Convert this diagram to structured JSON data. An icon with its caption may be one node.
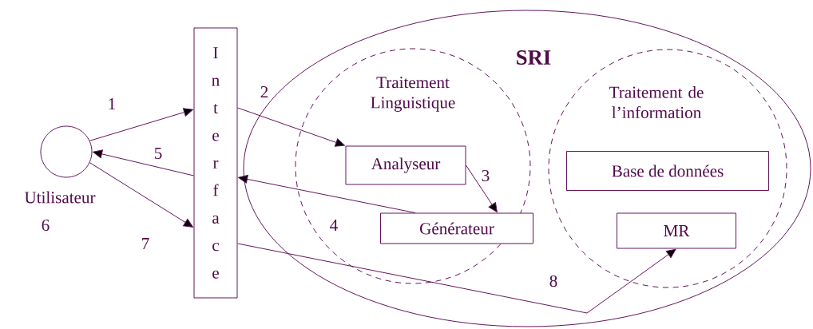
{
  "diagram": {
    "nodes": [
      {
        "text": [
          "Utilisateur"
        ],
        "beside": [
          "6"
        ]
      },
      {
        "text": [
          "Interface"
        ]
      },
      {
        "text": [
          "SRI"
        ]
      },
      {
        "text": [
          "Traitement Linguistique"
        ],
        "in": 2
      },
      {
        "text": [
          "Analyseur"
        ],
        "in": 3
      },
      {
        "text": [
          "Générateur"
        ],
        "in": 3
      },
      {
        "text": [
          "Traitement de l’information"
        ],
        "in": 2
      },
      {
        "text": [
          "Base de données"
        ],
        "in": 6
      },
      {
        "text": [
          "MR"
        ],
        "in": 6
      }
    ],
    "edges": [
      {
        "from": 0,
        "to": 1,
        "arrow": "to",
        "label": "1"
      },
      {
        "from": 1,
        "to": 0,
        "arrow": "to",
        "label": "5"
      },
      {
        "from": 0,
        "to": 1,
        "arrow": "to",
        "label": "7"
      },
      {
        "from": 1,
        "to": 4,
        "arrow": "to",
        "label": "2"
      },
      {
        "from": 4,
        "to": 5,
        "arrow": "to",
        "label": "3"
      },
      {
        "from": 5,
        "to": 1,
        "arrow": "to",
        "label": "4"
      },
      {
        "from": 1,
        "to": 8,
        "arrow": "to",
        "label": "8"
      }
    ]
  }
}
